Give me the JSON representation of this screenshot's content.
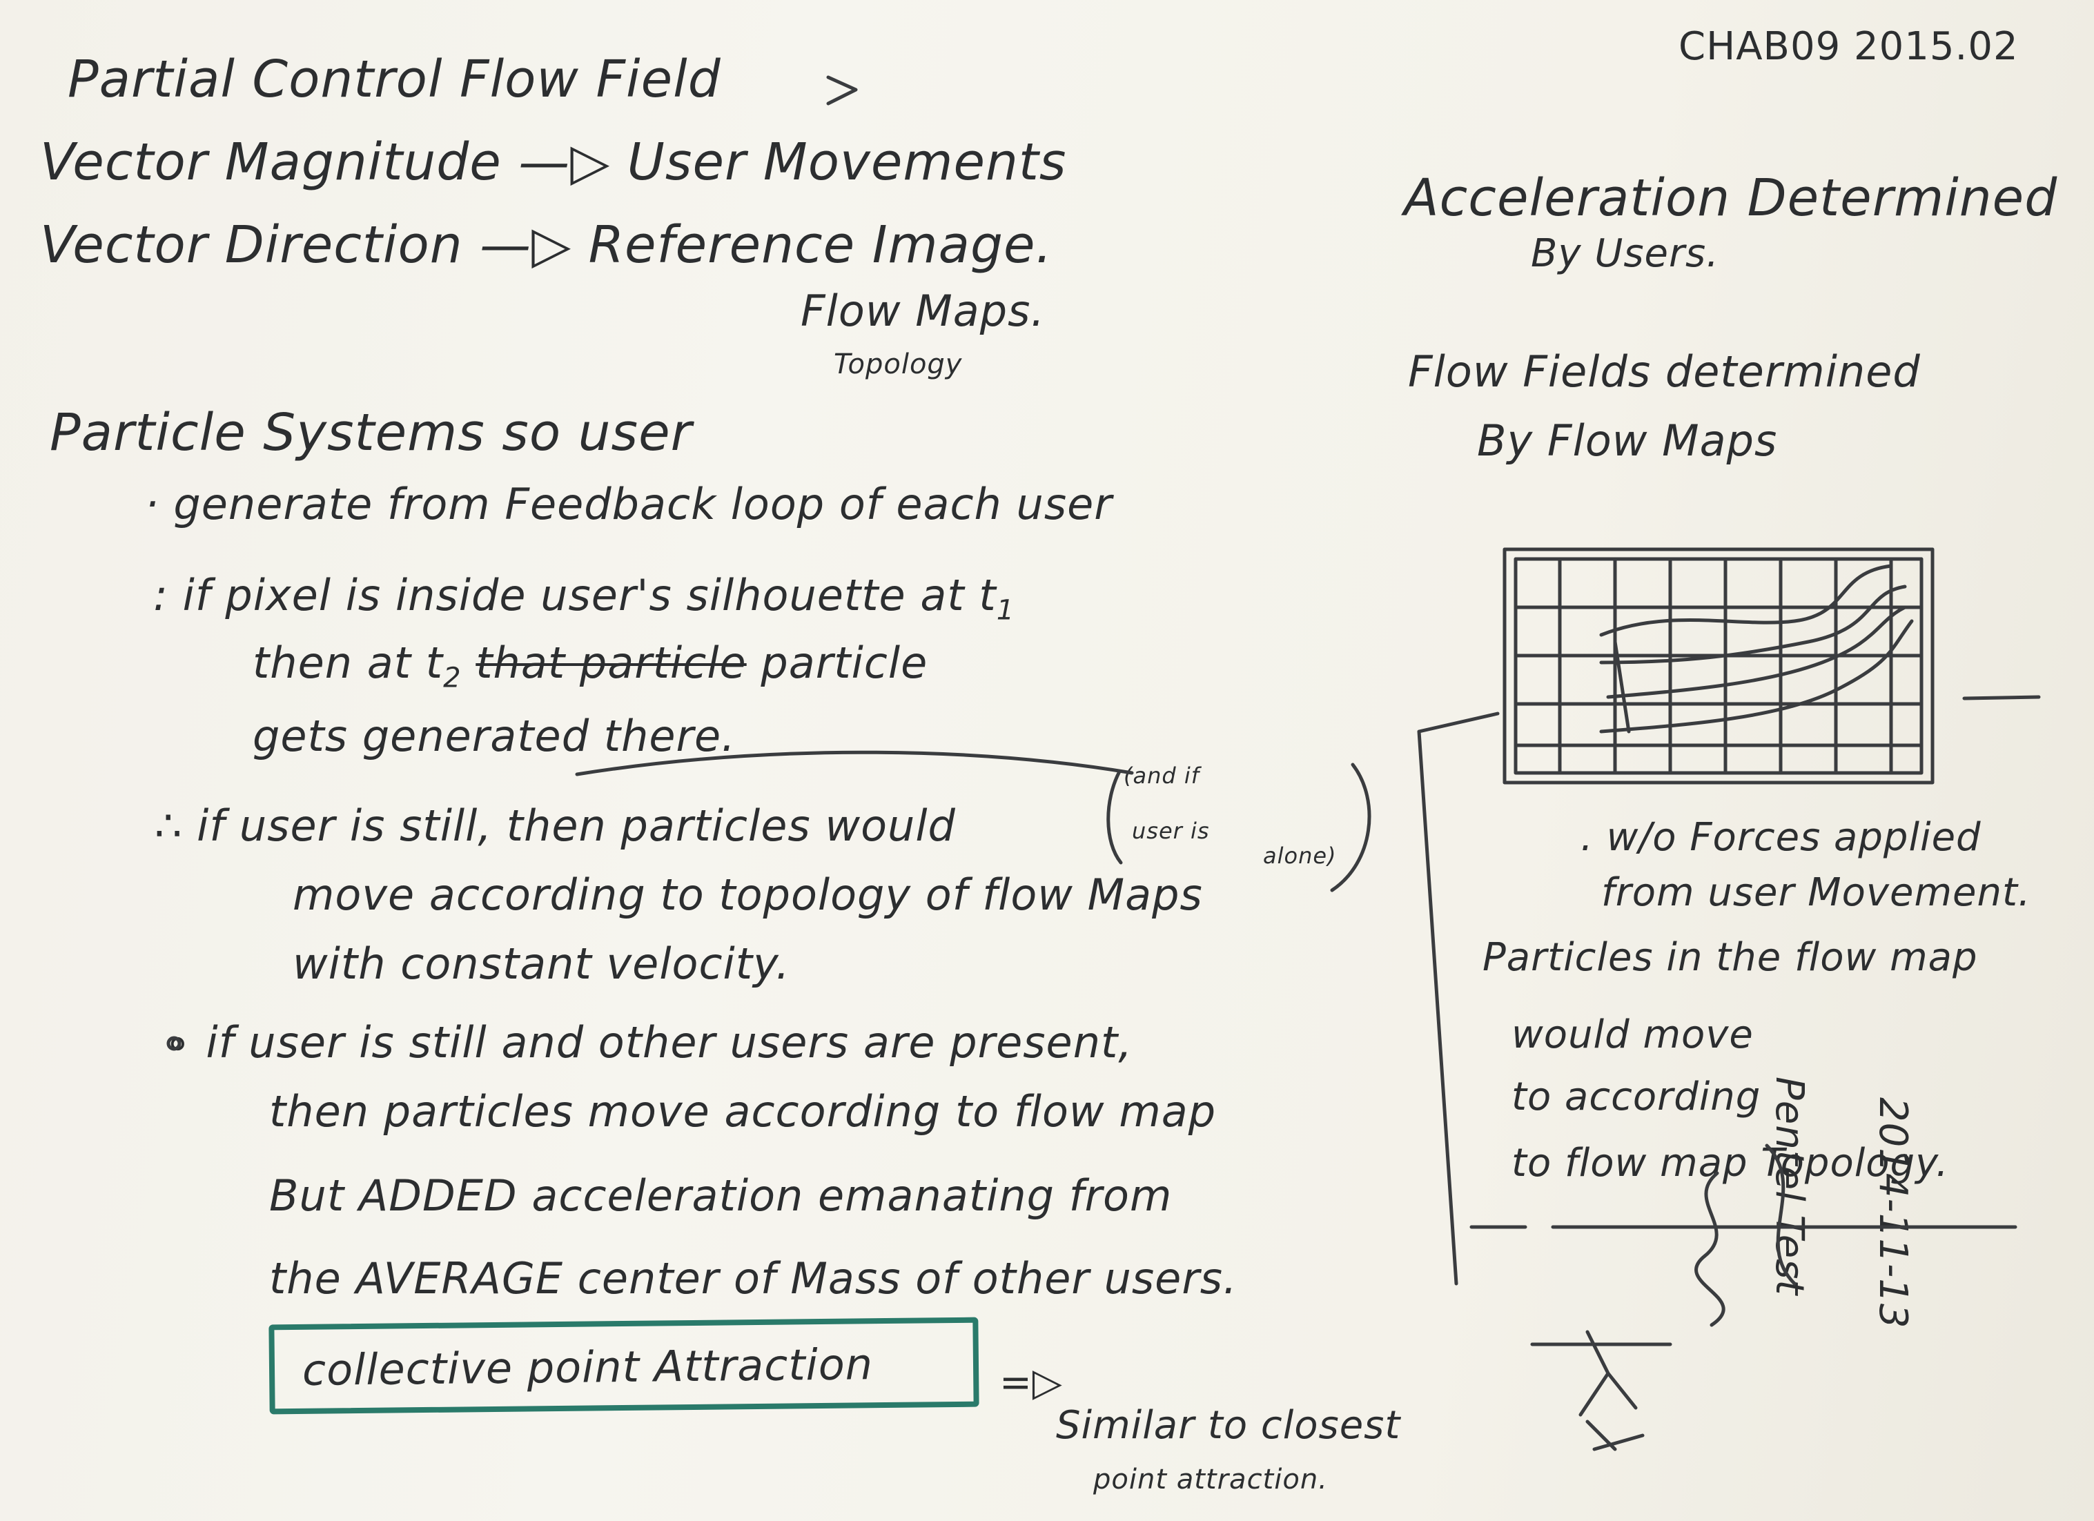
{
  "header": {
    "title": "Partial Control Flow Field",
    "author_date": "CHAB09 2015.02"
  },
  "intro": {
    "line1": "Vector Magnitude —▷ User Movements",
    "line2": "Vector Direction —▷ Reference Image.",
    "line3": "Flow Maps.",
    "line4": "Topology"
  },
  "right_notes": {
    "accel_line1": "Acceleration Determined",
    "accel_line2": "By Users.",
    "flow_line1": "Flow Fields determined",
    "flow_line2": "By Flow Maps",
    "sketch_note1": ". w/o Forces applied",
    "sketch_note2": "from user Movement.",
    "sketch_note3": "Particles in the flow map",
    "sketch_note4": "would move",
    "sketch_note5": "to according",
    "sketch_note6": "to flow map Topology."
  },
  "particles": {
    "heading": "Particle Systems so user",
    "b1": "· generate from Feedback loop of each user",
    "b2a": ": if pixel is inside user's silhouette at t",
    "b2a_sub": "1",
    "b2b_pre": "then at t",
    "b2b_sub": "2",
    "b2b_struck": "that particle",
    "b2b_post": "particle",
    "b2c": "gets generated there.",
    "b3a": "∴ if user is still, then particles would",
    "b3_aside1": "(and if",
    "b3_aside2": "user is",
    "b3_aside3": "alone)",
    "b3b": "move according to topology of flow Maps",
    "b3c": "with constant velocity.",
    "b4a": "∘ if user is still and other users are present,",
    "b4b": "then particles move according to flow map",
    "b4c": "But ADDED acceleration emanating from",
    "b4d": "the AVERAGE center of Mass of other users."
  },
  "callout": {
    "boxed": "collective point Attraction",
    "arrow": "=▷",
    "note1": "Similar to closest",
    "note2": "point attraction."
  },
  "pen_test": {
    "brand": "Pentel Test",
    "date": "2014-11-13"
  }
}
